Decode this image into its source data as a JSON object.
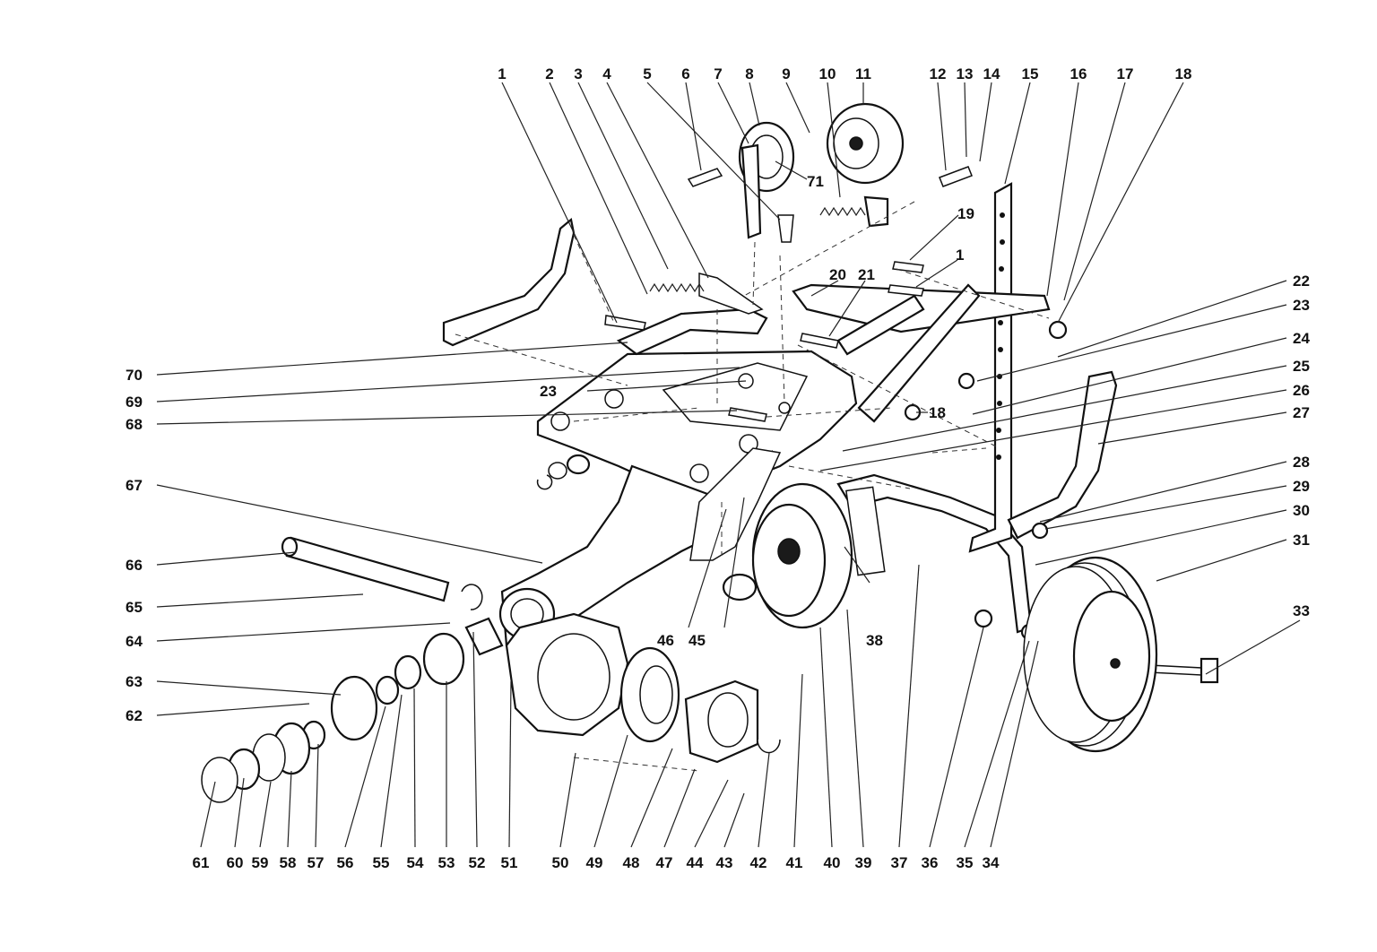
{
  "labels_top": [
    "1",
    "2",
    "3",
    "4",
    "5",
    "6",
    "7",
    "8",
    "9",
    "10",
    "11",
    "12",
    "13",
    "14",
    "15",
    "16",
    "17",
    "18"
  ],
  "labels_bottom": [
    "61",
    "60",
    "59",
    "58",
    "57",
    "56",
    "55",
    "54",
    "53",
    "52",
    "51",
    "50",
    "49",
    "48",
    "47",
    "44",
    "43",
    "42",
    "41",
    "40",
    "39",
    "37",
    "36",
    "35",
    "34"
  ],
  "labels_right": [
    "22",
    "23",
    "24",
    "25",
    "26",
    "27",
    "28",
    "29",
    "30",
    "31",
    "33"
  ],
  "labels_left": [
    "70",
    "69",
    "68",
    "67",
    "66",
    "65",
    "64",
    "63",
    "62"
  ],
  "labels_inner": [
    "19",
    "1",
    "20",
    "21",
    "71",
    "23",
    "18",
    "46",
    "45",
    "38"
  ]
}
